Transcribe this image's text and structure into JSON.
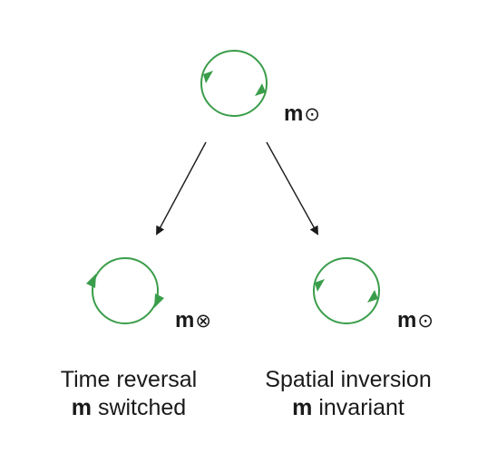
{
  "colors": {
    "loop": "#3a9d4a",
    "arrow": "#1a1a1a",
    "text": "#1a1a1a"
  },
  "top": {
    "m": "m",
    "symbol": "⊙"
  },
  "left": {
    "m": "m",
    "symbol": "⊗",
    "caption_line1": "Time reversal",
    "caption_m": "m",
    "caption_line2": " switched"
  },
  "right": {
    "m": "m",
    "symbol": "⊙",
    "caption_line1": "Spatial inversion",
    "caption_m": "m",
    "caption_line2": " invariant"
  }
}
